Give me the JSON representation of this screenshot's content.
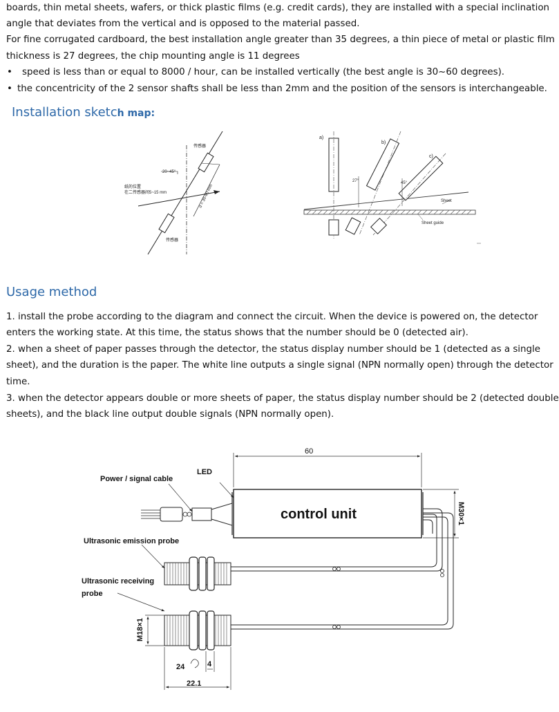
{
  "intro": {
    "line1": "boards, thin metal sheets, wafers, or thick plastic films (e.g. credit cards), they are installed with a special inclination",
    "line2": "angle that deviates from the vertical and is opposed to the material passed.",
    "line3": "For fine corrugated cardboard, the best installation angle greater than 35 degrees, a thin piece of metal or plastic film",
    "line4": "thickness is 27 degrees, the chip mounting angle is 11 degrees",
    "bullet1": "speed is less than or equal to 8000 / hour, can be installed vertically (the best angle is 30~60 degrees).",
    "bullet2": "the concentricity of the 2 sensor shafts shall be less than 2mm and the position of the sensors is interchangeable."
  },
  "sketch_heading": {
    "main": "Installation sketc",
    "tail": "h map:"
  },
  "sketch_left": {
    "top_label": "传感器",
    "angle_label": "20~45°",
    "left_label_line1": "纸的位置",
    "left_label_line2": "在二传感器间5~15 mm",
    "distance_label": "d = 30-80 mm",
    "bottom_label": "传感器"
  },
  "sketch_right": {
    "label_a": "a)",
    "label_b": "b)",
    "label_c": "c)",
    "angle_27": "27°",
    "angle_45": "45°",
    "sheet_label": "Sheet",
    "guide_label": "Sheet guide"
  },
  "usage": {
    "heading": "Usage method",
    "line1": "1. install the probe according to the diagram and connect the circuit. When the device is powered on, the detector",
    "line2": "enters the working state. At this time, the status shows that the number should be 0 (detected air).",
    "line3": "2. when a sheet of paper passes through the detector, the status display number should be 1 (detected as a single",
    "line4": "sheet), and the duration is the paper. The white line outputs a single signal (NPN normally open) through the detector",
    "line5": "time.",
    "line6": "3. when the detector appears double or more sheets of paper, the status display number should be 2 (detected double",
    "line7": "sheets), and the black line output double signals (NPN normally open)."
  },
  "drawing": {
    "dim_60": "60",
    "led": "LED",
    "power_cable": "Power / signal cable",
    "control_unit": "control unit",
    "m30": "M30×1",
    "emission_probe": "Ultrasonic emission probe",
    "receiving_line1": "Ultrasonic receiving",
    "receiving_line2": "probe",
    "m18": "M18×1",
    "dim_24": "24",
    "dim_4": "4",
    "dim_22": "22.1"
  }
}
